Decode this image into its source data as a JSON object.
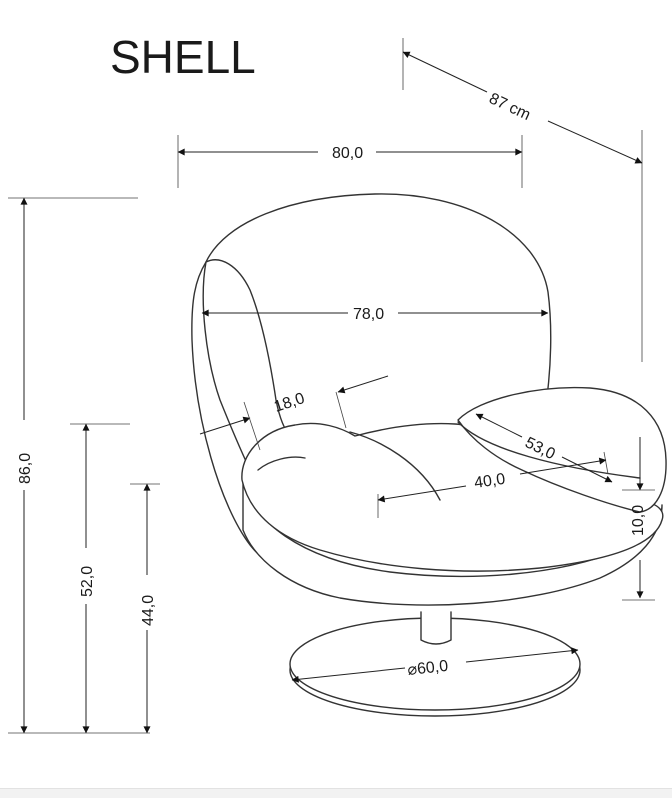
{
  "title": "SHELL",
  "dimensions": {
    "depth": "87 cm",
    "width_overall": "80,0",
    "width_backrest": "78,0",
    "backrest_thickness": "18,0",
    "armrest_length": "53,0",
    "seat_depth": "40,0",
    "seat_cushion_height": "10,0",
    "height_overall": "86,0",
    "armrest_height": "52,0",
    "seat_height": "44,0",
    "base_diameter": "⌀60,0"
  }
}
